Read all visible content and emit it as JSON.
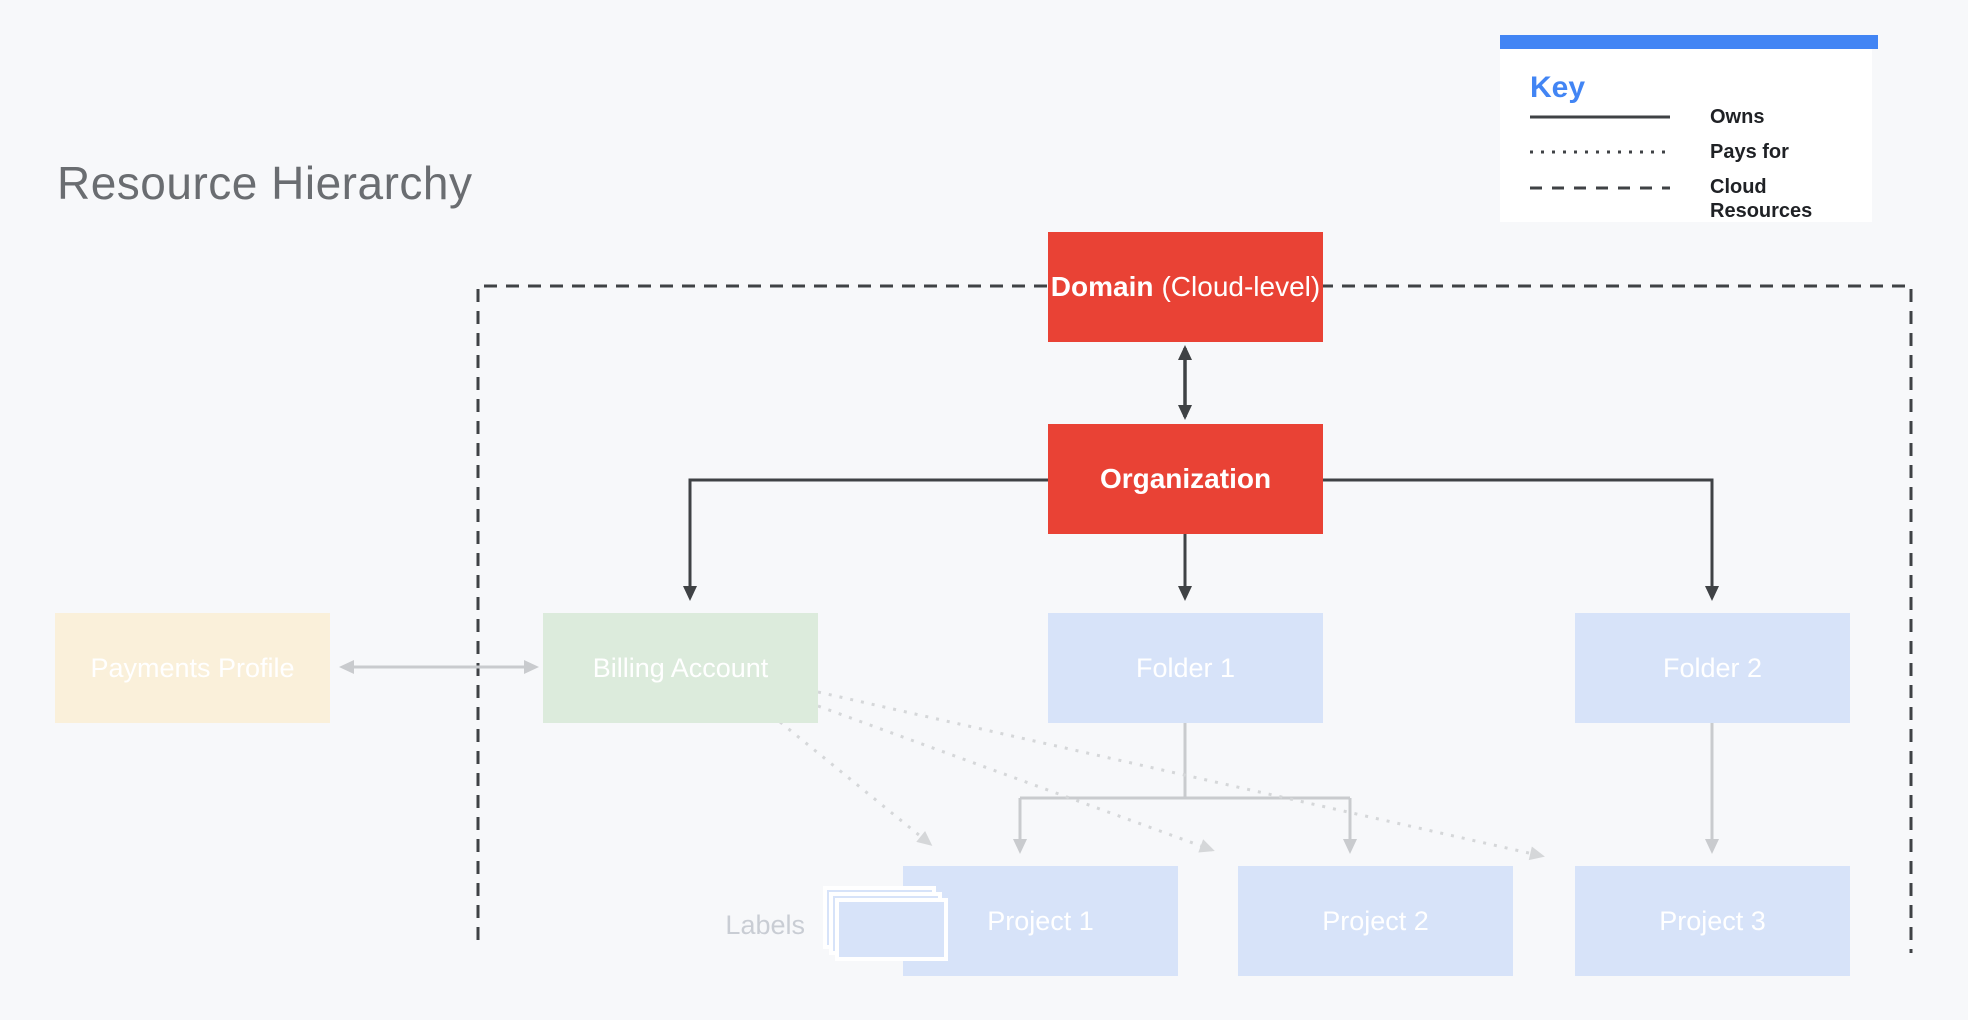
{
  "title": "Resource Hierarchy",
  "legend": {
    "heading": "Key",
    "items": [
      {
        "style": "solid",
        "label": "Owns"
      },
      {
        "style": "dotted",
        "label": "Pays for"
      },
      {
        "style": "dashed",
        "label": "Cloud Resources"
      }
    ]
  },
  "nodes": {
    "domain": {
      "title": "Domain",
      "subtitle": "(Cloud-level)"
    },
    "organization": {
      "label": "Organization"
    },
    "payments": {
      "label": "Payments Profile"
    },
    "billing": {
      "label": "Billing Account"
    },
    "folder1": {
      "label": "Folder 1"
    },
    "folder2": {
      "label": "Folder 2"
    },
    "project1": {
      "label": "Project 1"
    },
    "project2": {
      "label": "Project 2"
    },
    "project3": {
      "label": "Project 3"
    }
  },
  "labels_caption": "Labels",
  "colors": {
    "bg": "#f7f8fa",
    "red": "#e94235",
    "blue-accent": "#4285f4",
    "box-blue": "#d7e3f9",
    "box-green": "#dcebdc",
    "box-tan": "#faf0da",
    "line-dark": "#3f4245",
    "line-light": "#c9cbce",
    "line-dotted": "#d5d7d9",
    "title-gray": "#6a6d71",
    "label-gray": "#c9cdd4",
    "legend-text": "#1f2125",
    "white": "#ffffff"
  }
}
